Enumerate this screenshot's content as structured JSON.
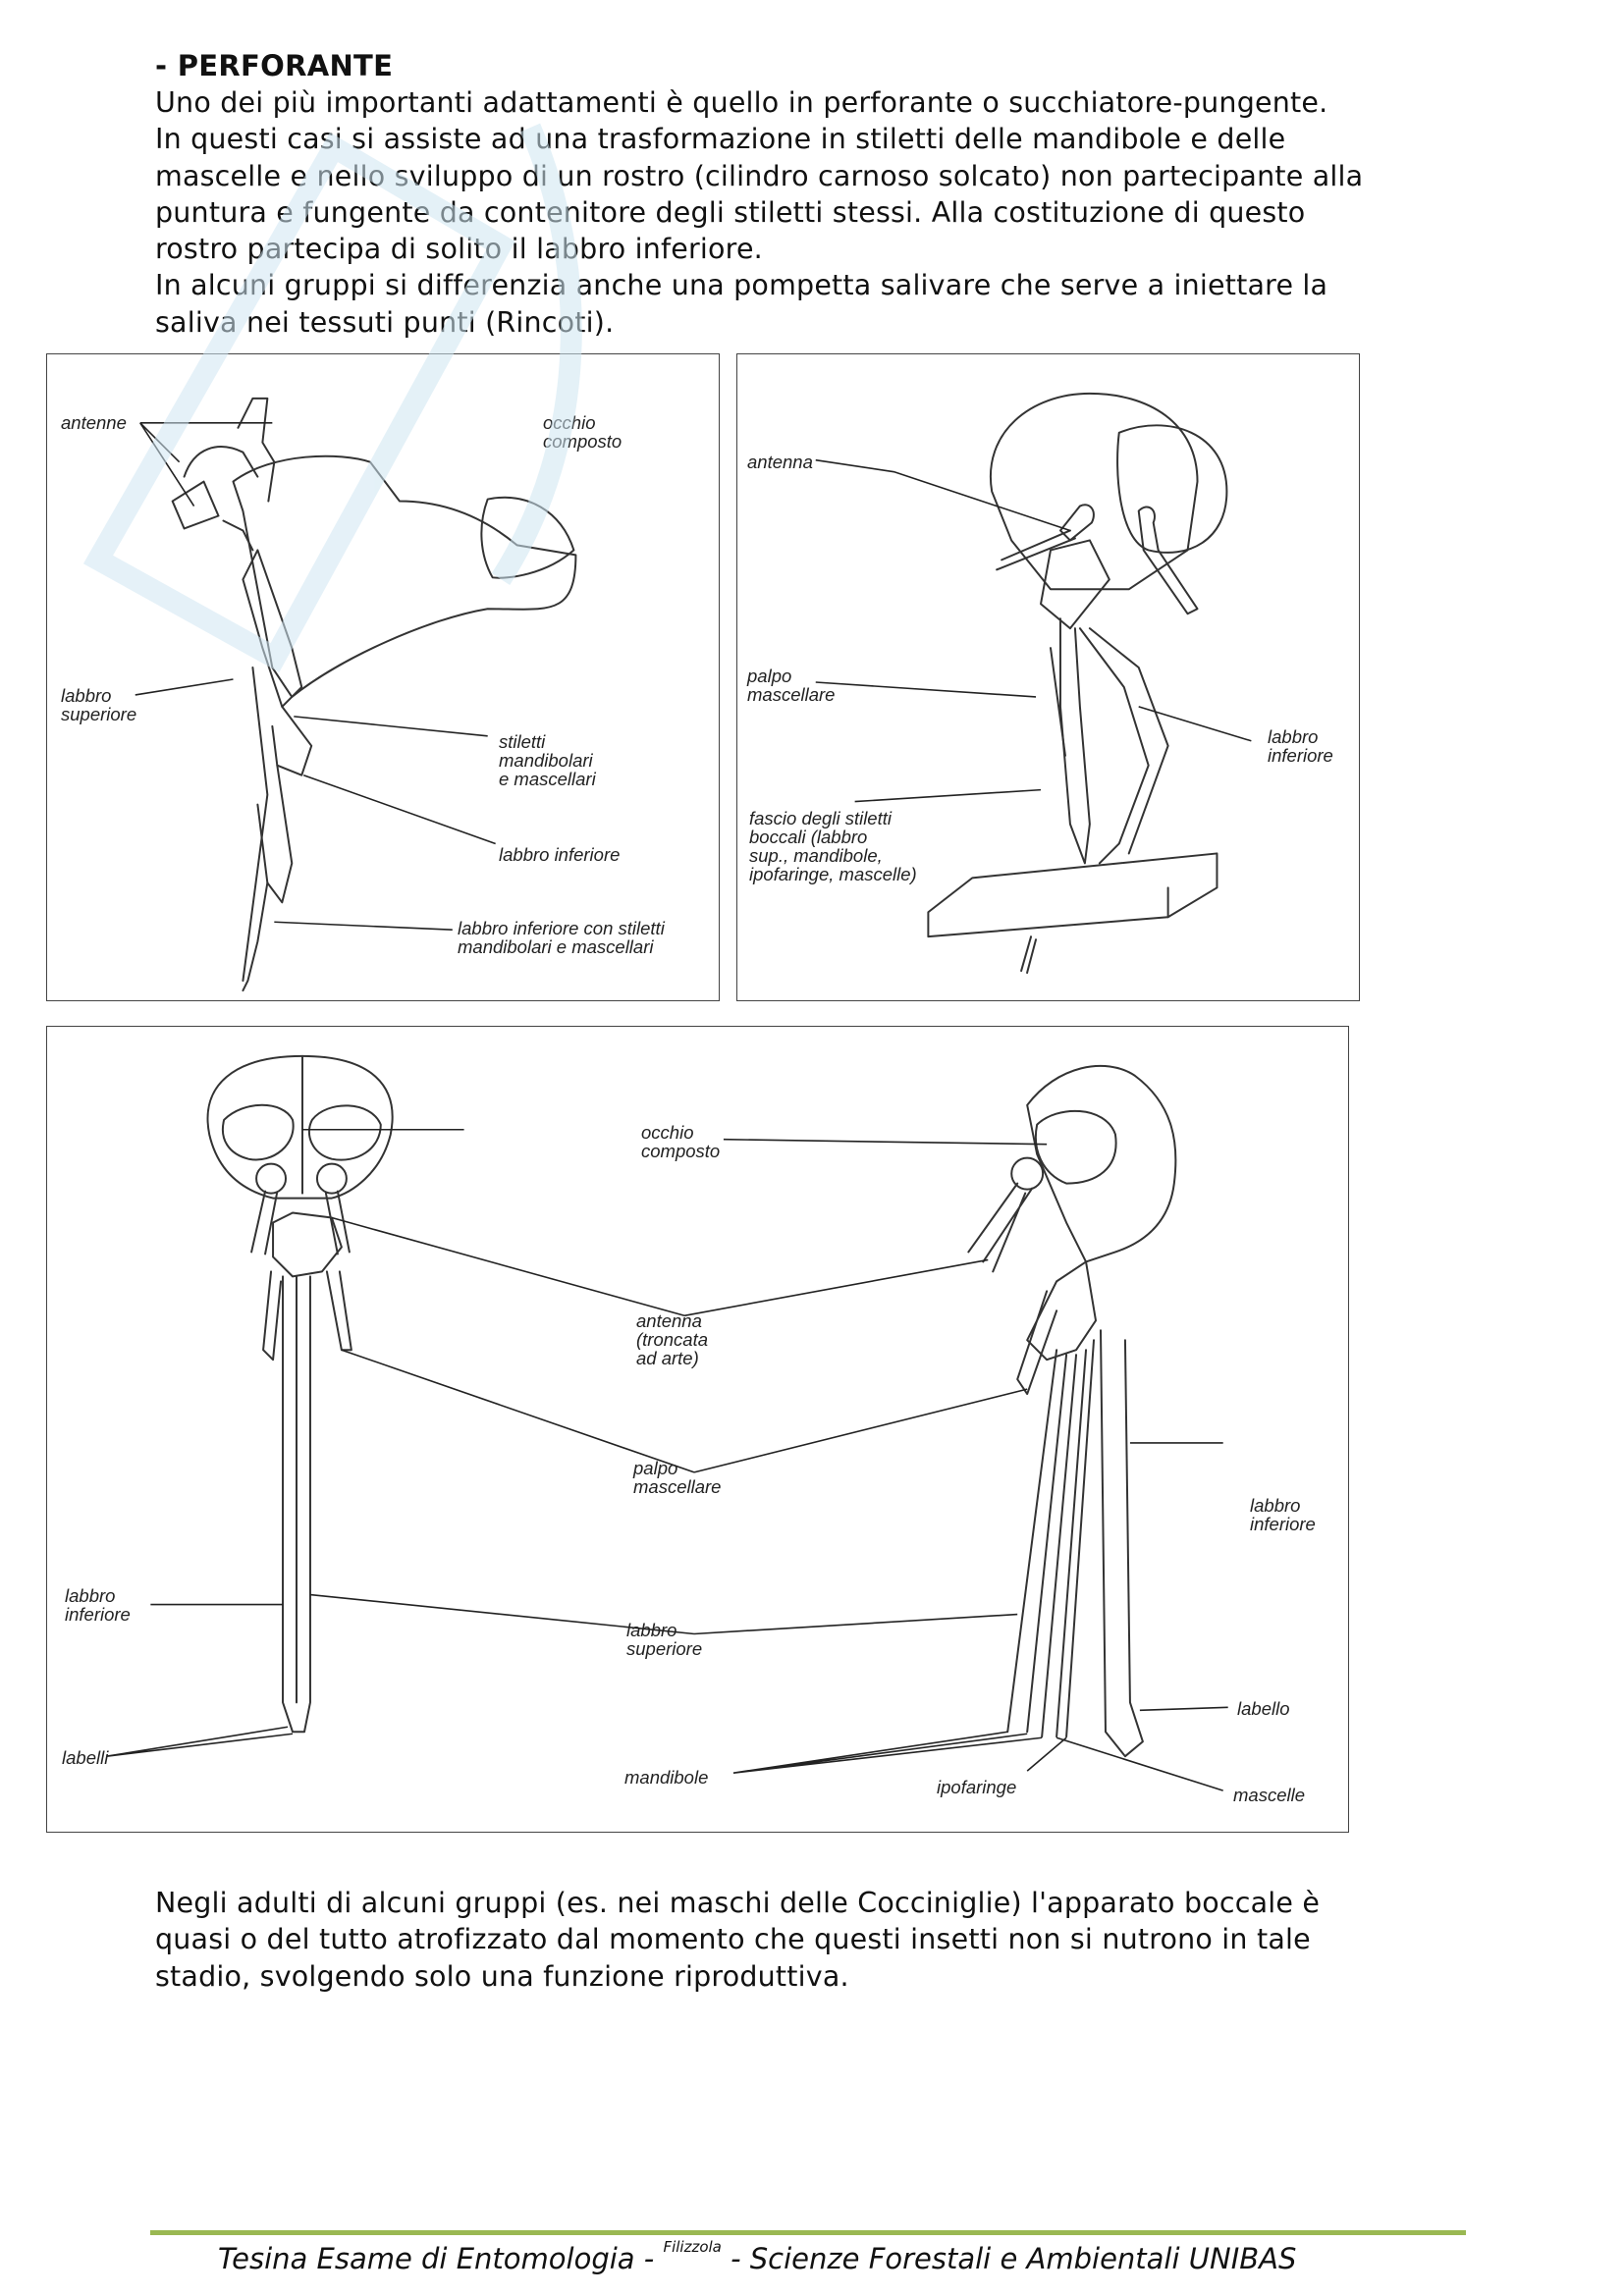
{
  "heading": "- PERFORANTE",
  "intro": [
    "Uno dei più importanti adattamenti è quello in perforante o succhiatore-pungente.",
    "In questi casi si assiste ad una trasformazione in stiletti delle mandibole e delle",
    "mascelle e nello sviluppo di un rostro (cilindro carnoso solcato) non partecipante alla",
    "puntura e fungente da contenitore degli stiletti stessi. Alla costituzione di questo",
    "rostro partecipa di solito il labbro inferiore.",
    "In alcuni gruppi si differenzia anche una pompetta salivare che serve a iniettare la",
    "saliva nei tessuti punti (Rincoti)."
  ],
  "figure1": {
    "labels": {
      "antenne": "antenne",
      "occhio": [
        "occhio",
        "composto"
      ],
      "labbro_superiore": [
        "labbro",
        "superiore"
      ],
      "stiletti": [
        "stiletti",
        "mandibolari",
        "e mascellari"
      ],
      "labbro_inferiore": "labbro inferiore",
      "labbro_inferiore_stiletti": [
        "labbro inferiore con stiletti",
        "mandibolari e mascellari"
      ]
    }
  },
  "figure2": {
    "labels": {
      "antenna": "antenna",
      "palpo": [
        "palpo",
        "mascellare"
      ],
      "labbro_inferiore": [
        "labbro",
        "inferiore"
      ],
      "fascio": [
        "fascio degli stiletti",
        "boccali (labbro",
        "sup., mandibole,",
        "ipofaringe, mascelle)"
      ]
    }
  },
  "figure3": {
    "labels": {
      "occhio": [
        "occhio",
        "composto"
      ],
      "antenna": [
        "antenna",
        "(troncata",
        "ad arte)"
      ],
      "palpo": [
        "palpo",
        "mascellare"
      ],
      "labbro_inferiore_left": [
        "labbro",
        "inferiore"
      ],
      "labbro_superiore": [
        "labbro",
        "superiore"
      ],
      "labbro_inferiore_right": [
        "labbro",
        "inferiore"
      ],
      "labelli": "labelli",
      "labello": "labello",
      "mandibole": "mandibole",
      "ipofaringe": "ipofaringe",
      "mascelle": "mascelle"
    }
  },
  "closing": [
    "Negli adulti di alcuni gruppi (es. nei maschi delle Cocciniglie) l'apparato boccale è",
    "quasi o del tutto atrofizzato dal momento che questi insetti non si nutrono in tale",
    "stadio, svolgendo solo una funzione riproduttiva."
  ],
  "footer": {
    "before": "Tesina Esame di Entomologia - ",
    "author": "Filizzola",
    "after": " - Scienze Forestali e Ambientali UNIBAS"
  },
  "colors": {
    "footer_rule": "#9ab852",
    "watermark": "#cfe6f2"
  }
}
